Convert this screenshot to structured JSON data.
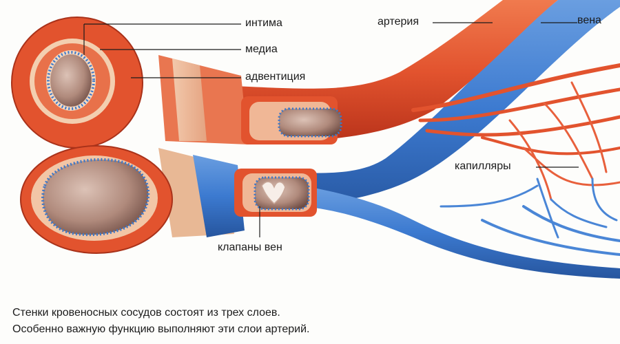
{
  "labels": {
    "intima": "интима",
    "media": "медиа",
    "adventitia": "адвентиция",
    "artery": "артерия",
    "vein": "вена",
    "capillaries": "капилляры",
    "vein_valves": "клапаны вен"
  },
  "caption": {
    "line1": "Стенки кровеносных сосудов состоят из трех слоев.",
    "line2": "Особенно важную функцию выполняют эти слои артерий."
  },
  "colors": {
    "artery": "#e2532e",
    "artery_dark": "#b8321a",
    "vein": "#3c7ad0",
    "vein_dark": "#26559e",
    "lumen": "#c09a8c",
    "intima_dots": "#3d78c8",
    "media": "#f0c4a2"
  }
}
